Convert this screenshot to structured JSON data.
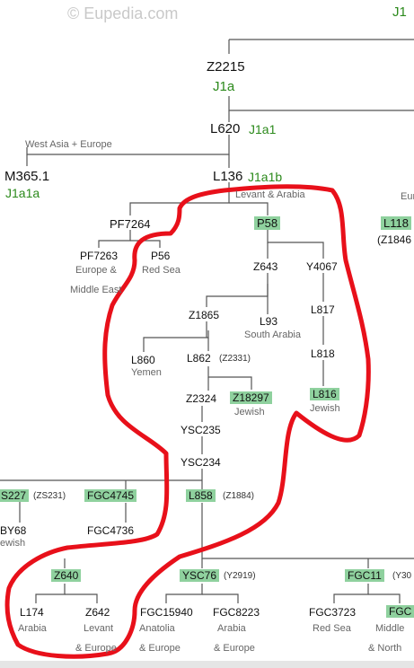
{
  "watermark": "© Eupedia.com",
  "top_right": "J1",
  "nodes": {
    "z2215": "Z2215",
    "j1a": "J1a",
    "l620": "L620",
    "j1a1": "J1a1",
    "west_asia_europe": "West Asia + Europe",
    "m365": "M365.1",
    "j1a1a": "J1a1a",
    "l136": "L136",
    "j1a1b": "J1a1b",
    "eur_partial": "Eur",
    "levant_arabia": "Levant & Arabia",
    "pf7264": "PF7264",
    "p58": "P58",
    "l118": "L118",
    "z1846": "(Z1846",
    "pf7263": "PF7263",
    "europe_amp": "Europe &",
    "middle_east": "Middle East",
    "p56": "P56",
    "red_sea": "Red Sea",
    "z643": "Z643",
    "y4067": "Y4067",
    "z1865": "Z1865",
    "l93": "L93",
    "south_arabia": "South Arabia",
    "l817": "L817",
    "l860": "L860",
    "yemen": "Yemen",
    "l862": "L862",
    "z2331": "(Z2331)",
    "l818": "L818",
    "z2324": "Z2324",
    "z18297": "Z18297",
    "jewish1": "Jewish",
    "l816": "L816",
    "jewish2": "Jewish",
    "ysc235": "YSC235",
    "ysc234": "YSC234",
    "s227": "S227",
    "zs231": "(ZS231)",
    "fgc4745": "FGC4745",
    "l858": "L858",
    "z1884": "(Z1884)",
    "by68": "BY68",
    "jewish3": "ewish",
    "fgc4736": "FGC4736",
    "z640": "Z640",
    "ysc76": "YSC76",
    "y2919": "(Y2919)",
    "fgc11": "FGC11",
    "y30": "(Y30",
    "l174": "L174",
    "z642": "Z642",
    "fgc15940": "FGC15940",
    "fgc8223": "FGC8223",
    "fgc3723": "FGC3723",
    "fgc_partial": "FGC",
    "arabia1": "Arabia",
    "levant": "Levant",
    "anatolia": "Anatolia",
    "arabia2": "Arabia",
    "red_sea2": "Red Sea",
    "middle_partial": "Middle",
    "amp_europe1": "& Europe",
    "amp_europe2": "& Europe",
    "amp_europe3": "& Europe",
    "amp_north": "& North"
  },
  "colors": {
    "haplogroup_green": "#2c8a1c",
    "highlight": "#8fd19e",
    "annotation_red": "#e8101a",
    "line": "#555555"
  }
}
